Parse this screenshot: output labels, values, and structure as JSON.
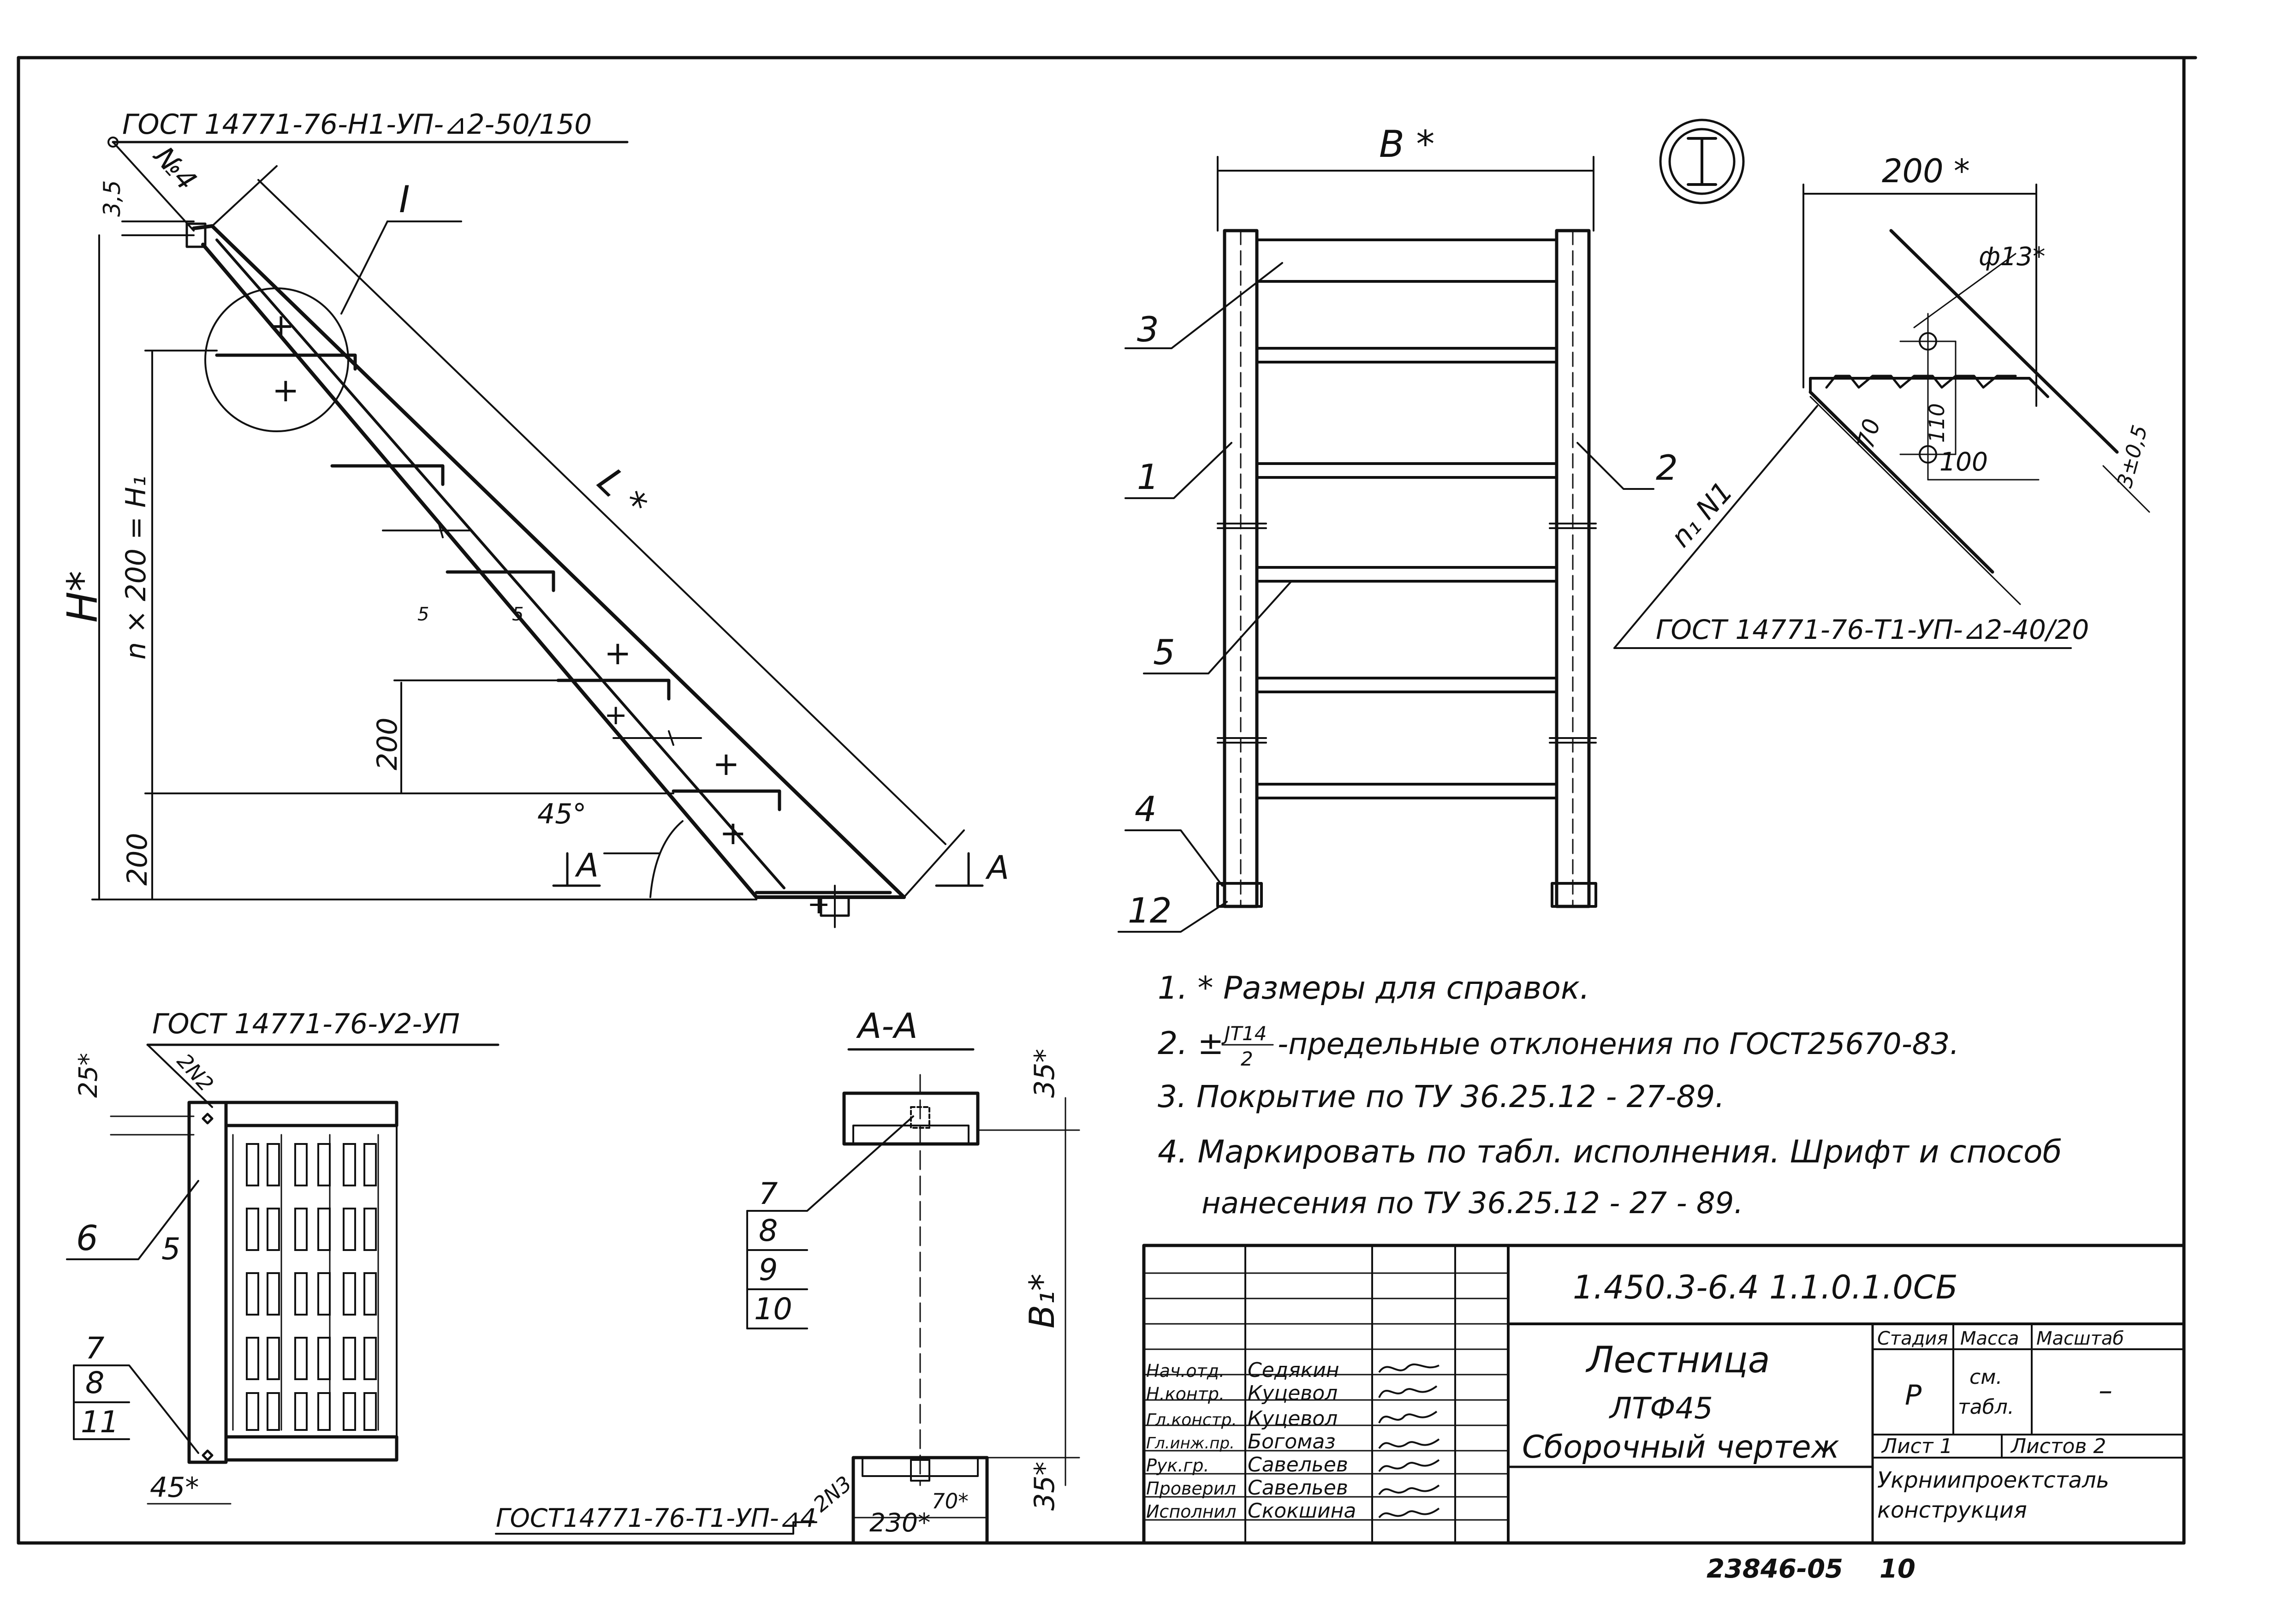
{
  "callouts": {
    "gost_top_left": "ГОСТ 14771-76-Н1-УП-⊿2-50/150",
    "gost_detail": "ГОСТ 14771-76-Т1-УП-⊿2-40/20",
    "gost_bottom_left": "ГОСТ 14771-76-У2-УП",
    "gost_section": "ГОСТ14771-76-Т1-УП-⊿4",
    "weld_n4": "№4",
    "weld_n1": "n₁ N1",
    "weld_2n2": "2N2",
    "weld_2n3": "2N3"
  },
  "side_view": {
    "dim_3_5": "3,5",
    "dim_H": "H*",
    "dim_nx200": "n × 200 = H₁",
    "dim_200_a": "200",
    "dim_200_b": "200",
    "dim_L": "L *",
    "angle": "45°",
    "detail_mark": "I",
    "section_A_left": "A",
    "section_A_right": "A",
    "faint_marks": [
      "5",
      "5"
    ]
  },
  "front_view": {
    "dim_B": "B *",
    "labels": [
      "3",
      "1",
      "5",
      "4",
      "12",
      "2"
    ],
    "detail_circle": "I"
  },
  "detail_I": {
    "dim_200": "200 *",
    "dim_d13": "ф13*",
    "dim_70": "70",
    "dim_110": "110",
    "dim_100": "100",
    "dim_3": "3±0,5"
  },
  "plan_view": {
    "dim_25": "25*",
    "dim_45": "45*",
    "labels": [
      "6",
      "5",
      "7",
      "8",
      "11"
    ]
  },
  "section_AA": {
    "title": "А-А",
    "dim_35_top": "35*",
    "dim_B1": "B₁*",
    "dim_35_bottom": "35*",
    "dim_230": "230*",
    "dim_70": "70*",
    "labels": [
      "7",
      "8",
      "9",
      "10"
    ]
  },
  "notes": [
    "1.  * Размеры для справок.",
    "2.  ± ",
    "3.  Покрытие  по  ТУ 36.25.12 - 27-89.",
    "4.  Маркировать  по   табл. исполнения.  Шрифт и способ",
    "нанесения  по  ТУ 36.25.12 - 27 - 89."
  ],
  "note2": {
    "prefix": "2.  ±",
    "fraction_num": "JT14",
    "fraction_den": "2",
    "suffix": "-предельные  отклонения  по ГОСТ25670-83."
  },
  "title_block": {
    "designation": "1.450.3-6.4  1.1.0.1.0СБ",
    "name_line1": "Лестница",
    "name_line2": "ЛТФ45",
    "name_line3": "Сборочный  чертеж",
    "stage_header": "Стадия",
    "mass_header": "Масса",
    "scale_header": "Масштаб",
    "stage_value": "Р",
    "mass_value_1": "см.",
    "mass_value_2": "табл.",
    "scale_value": "–",
    "sheet": "Лист 1",
    "sheets": "Листов 2",
    "org_line1": "Укрниипроектсталь",
    "org_line2": "конструкция",
    "roles": [
      {
        "role": "Нач.отд.",
        "name": "Седякин"
      },
      {
        "role": "Н.контр.",
        "name": "Куцевол"
      },
      {
        "role": "Гл.констр.",
        "name": "Куцевол"
      },
      {
        "role": "Гл.инж.пр.",
        "name": "Богомаз"
      },
      {
        "role": "Рук.гр.",
        "name": "Савельев"
      },
      {
        "role": "Проверил",
        "name": "Савельев"
      },
      {
        "role": "Исполнил",
        "name": "Скокшина"
      }
    ]
  },
  "footer": {
    "archive_number": "23846-05",
    "page": "10"
  }
}
